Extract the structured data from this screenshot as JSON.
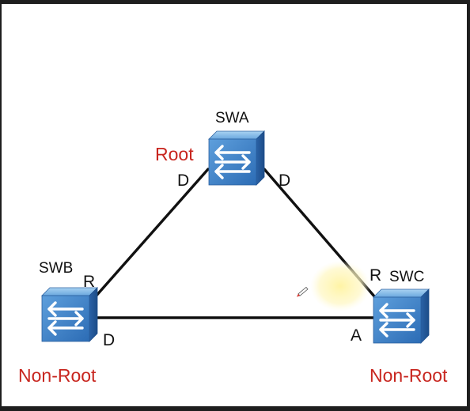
{
  "diagram": {
    "switches": [
      {
        "id": "swa",
        "name": "SWA",
        "role": "Root",
        "role_color": "#c8261f"
      },
      {
        "id": "swb",
        "name": "SWB",
        "role": "Non-Root",
        "role_color": "#c8261f"
      },
      {
        "id": "swc",
        "name": "SWC",
        "role": "Non-Root",
        "role_color": "#c8261f"
      }
    ],
    "ports": {
      "swa_left": "D",
      "swa_right": "D",
      "swb_top": "R",
      "swb_bottom": "D",
      "swc_top": "R",
      "swc_bottom": "A"
    },
    "links": [
      {
        "from": "swa",
        "to": "swb"
      },
      {
        "from": "swa",
        "to": "swc"
      },
      {
        "from": "swb",
        "to": "swc"
      }
    ],
    "colors": {
      "link": "#111111",
      "switch_body": "#3d7ec7",
      "switch_arrow": "#ffffff",
      "role_text": "#c8261f",
      "pointer_highlight": "#fff5a8",
      "pointer_pen": "#d8322a"
    },
    "icons": [
      "switch-icon",
      "laser-pointer-highlight",
      "pen-cursor-icon"
    ]
  }
}
